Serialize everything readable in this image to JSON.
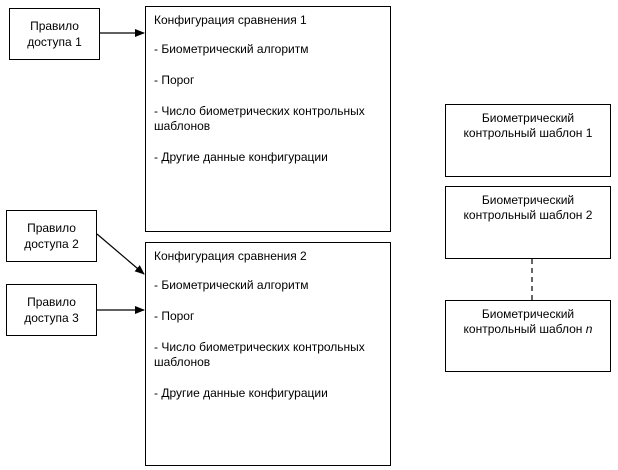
{
  "rules": [
    {
      "line1": "Правило",
      "line2": "доступа 1"
    },
    {
      "line1": "Правило",
      "line2": "доступа 2"
    },
    {
      "line1": "Правило",
      "line2": "доступа 3"
    }
  ],
  "configs": [
    {
      "title": "Конфигурация сравнения 1",
      "items": [
        "- Биометрический алгоритм",
        "- Порог",
        "- Число биометрических контрольных шаблонов",
        "- Другие данные конфигурации"
      ]
    },
    {
      "title": "Конфигурация сравнения 2",
      "items": [
        "- Биометрический алгоритм",
        "- Порог",
        "- Число биометрических контрольных шаблонов",
        "- Другие данные конфигурации"
      ]
    }
  ],
  "templates": [
    {
      "line1": "Биометрический",
      "line2": "контрольный шаблон 1",
      "suffix": ""
    },
    {
      "line1": "Биометрический",
      "line2": "контрольный шаблон 2",
      "suffix": ""
    },
    {
      "line1": "Биометрический",
      "line2": "контрольный шаблон ",
      "suffix": "n"
    }
  ]
}
